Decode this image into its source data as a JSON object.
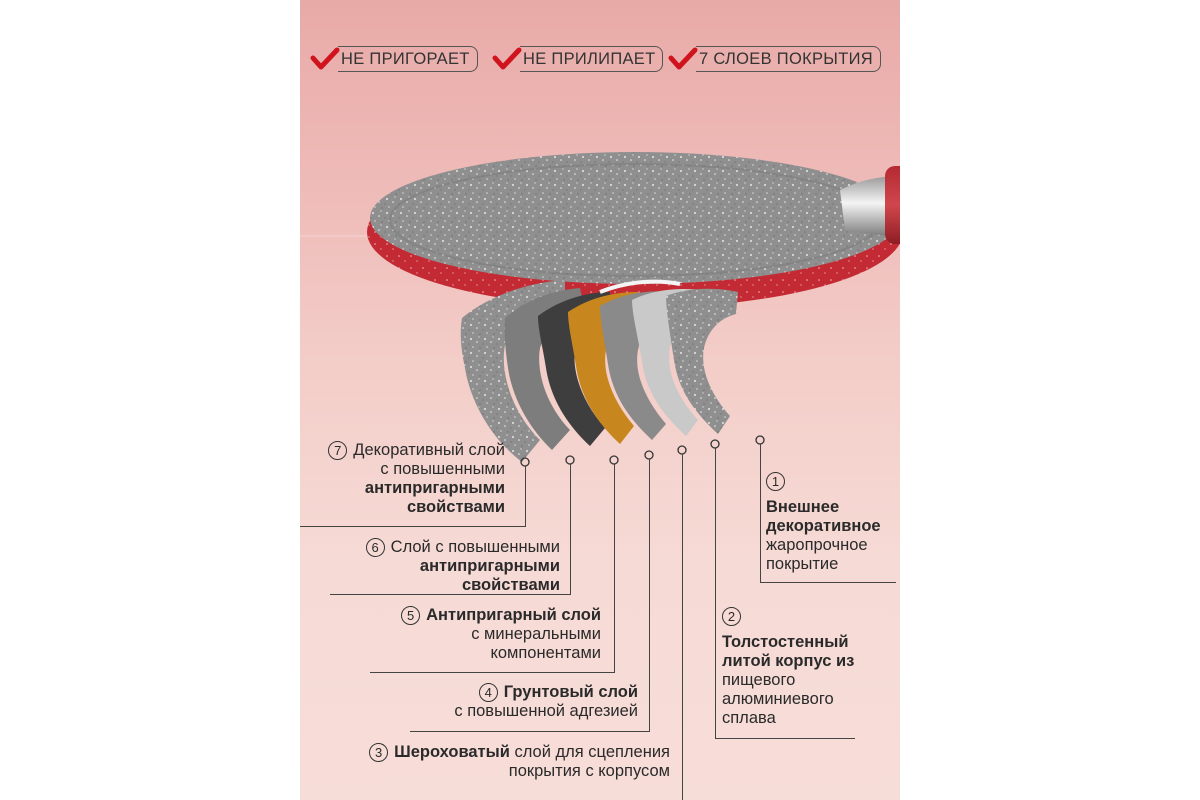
{
  "features": [
    {
      "label": "НЕ ПРИГОРАЕТ"
    },
    {
      "label": "НЕ ПРИЛИПАЕТ"
    },
    {
      "label": "7 СЛОЕВ ПОКРЫТИЯ"
    }
  ],
  "layers": [
    {
      "num": "1",
      "bold": "Внешнее декоративное",
      "bold_lines": [
        "Внешнее",
        "декоративное"
      ],
      "rest_lines": [
        "жаропрочное",
        "покрытие"
      ]
    },
    {
      "num": "2",
      "bold_lines": [
        "Толстостенный",
        "литой корпус из"
      ],
      "rest_lines": [
        "пищевого",
        "алюминиевого",
        "сплава"
      ]
    },
    {
      "num": "3",
      "bold": "Шероховатый",
      "rest": "слой для сцепления",
      "rest2": "покрытия с корпусом"
    },
    {
      "num": "4",
      "bold": "Грунтовый слой",
      "rest": "с повышенной адгезией"
    },
    {
      "num": "5",
      "bold": "Антипригарный слой",
      "rest_lines": [
        "с минеральными",
        "компонентами"
      ]
    },
    {
      "num": "6",
      "text": "Слой с повышенными",
      "bold_lines": [
        "антипригарными",
        "свойствами"
      ]
    },
    {
      "num": "7",
      "text": "Декоративный слой",
      "text2": "с повышенными",
      "bold_lines": [
        "антипригарными",
        "свойствами"
      ]
    }
  ],
  "colors": {
    "check_red": "#d0141e",
    "pan_red": "#c42a33",
    "stone_grey": "#8d8d8d",
    "layer_orange": "#c8861e"
  }
}
